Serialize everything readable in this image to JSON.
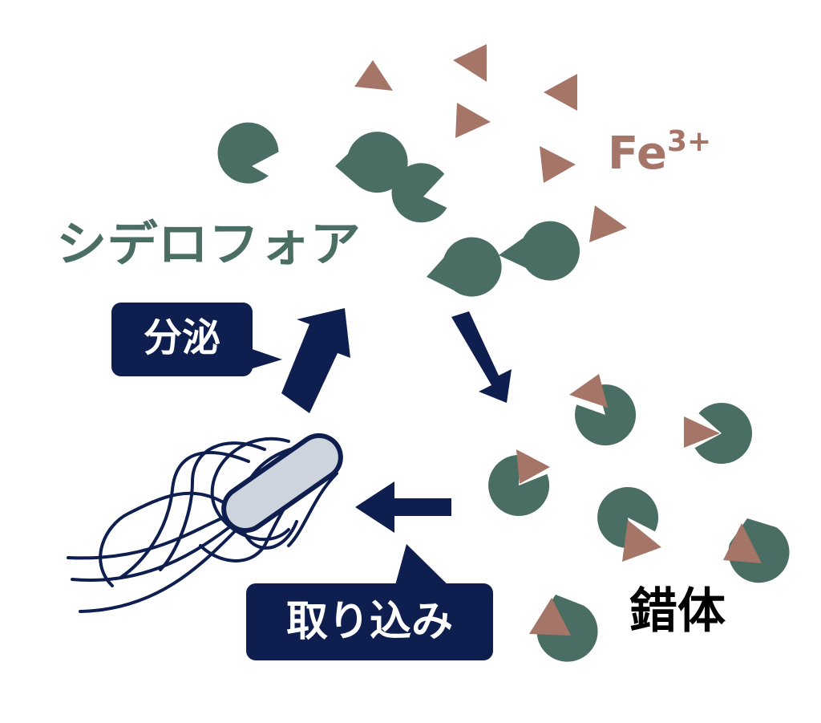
{
  "labels": {
    "siderophore": "シデロフォア",
    "ion_base": "Fe",
    "ion_charge": "3+",
    "complex": "錯体",
    "secrete": "分泌",
    "uptake": "取り込み"
  },
  "colors": {
    "siderophore": "#4a6e63",
    "iron": "#a57568",
    "arrow": "#0e1f4f",
    "callout": "#0e1f4f",
    "callout_text": "#ffffff",
    "complex_text": "#000000",
    "bacterium_fill": "#cdd4dd"
  },
  "icons": {
    "siderophore": "pacman-disc-icon",
    "iron": "triangle-icon",
    "bacterium": "rod-bacterium-icon"
  }
}
